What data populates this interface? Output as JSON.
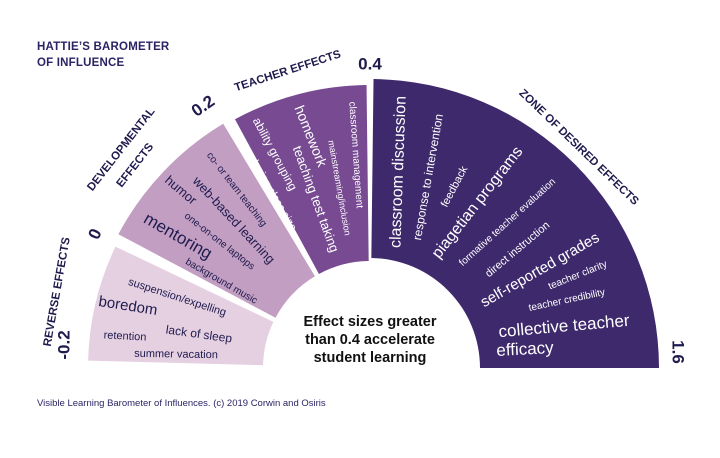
{
  "title": {
    "line1": "HATTIE’S BAROMETER",
    "line2": "OF INFLUENCE"
  },
  "footer": "Visible Learning Barometer of Influences. (c) 2019 Corwin and Osiris",
  "center_text": {
    "line1": "Effect sizes greater",
    "line2": "than 0.4 accelerate",
    "line3": "student learning"
  },
  "ticks": [
    "-0.2",
    "0",
    "0.2",
    "0.4",
    "1.6"
  ],
  "colors": {
    "reverse": "#e5d0e2",
    "developmental": "#c29ec2",
    "teacher": "#774a92",
    "zone": "#3e296d",
    "text_dark": "#1f1b4d"
  },
  "zones": [
    {
      "label": "REVERSE EFFECTS",
      "from": -0.2,
      "to": 0,
      "items": [
        "suspension/expelling",
        "boredom",
        "lack of sleep",
        "retention",
        "summer vacation"
      ]
    },
    {
      "label_line1": "DEVELOPMENTAL",
      "label_line2": "EFFECTS",
      "from": 0,
      "to": 0.2,
      "items": [
        "co- or team teaching",
        "web-based learning",
        "humor",
        "one-on-one laptops",
        "mentoring",
        "background music"
      ]
    },
    {
      "label": "TEACHER EFFECTS",
      "from": 0.2,
      "to": 0.4,
      "items": [
        "classroom management",
        "mainstreaming/inclusion",
        "homework",
        "teaching test taking",
        "ability grouping",
        "reducing class size"
      ]
    },
    {
      "label": "ZONE OF DESIRED EFFECTS",
      "from": 0.4,
      "to": 1.6,
      "items": [
        "classroom discussion",
        "response to intervention",
        "feedback",
        "piagetian programs",
        "formative teacher evaluation",
        "direct instruction",
        "self-reported grades",
        "teacher clarity",
        "teacher credibility",
        "collective teacher",
        "efficacy"
      ]
    }
  ]
}
